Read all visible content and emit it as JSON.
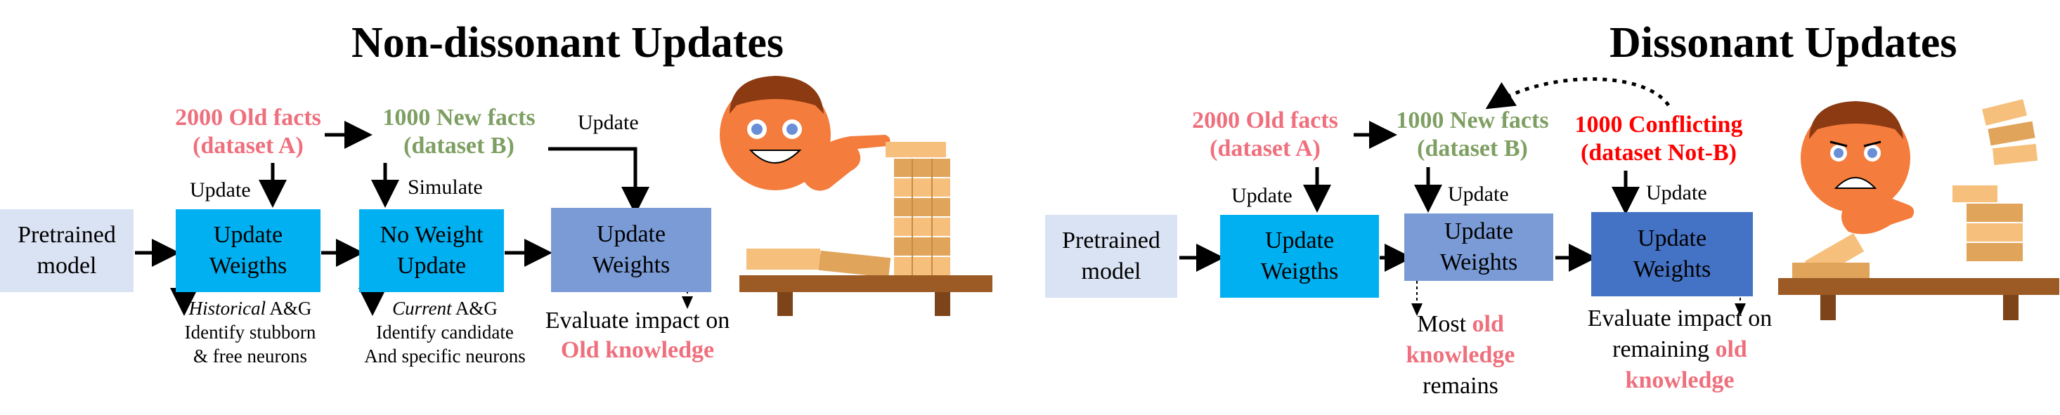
{
  "left": {
    "title": "Non-dissonant Updates",
    "fact_a": [
      "2000 Old facts",
      "(dataset A)"
    ],
    "fact_b": [
      "1000 New facts",
      "(dataset B)"
    ],
    "update_label_top": "Update",
    "update_label_a": "Update",
    "simulate_label": "Simulate",
    "pretrained": [
      "Pretrained",
      "model"
    ],
    "box1": [
      "Update",
      "Weigths"
    ],
    "box2": [
      "No Weight",
      "Update"
    ],
    "box3": [
      "Update",
      "Weights"
    ],
    "note1_em": "Historical",
    "note1_rest": " A&G",
    "note1_lines": [
      "Identify stubborn",
      "& free neurons"
    ],
    "note2_em": "Current",
    "note2_rest": " A&G",
    "note2_lines": [
      "Identify candidate",
      "And specific neurons"
    ],
    "eval_line": "Evaluate impact on",
    "eval_hl": "Old knowledge"
  },
  "right": {
    "title": "Dissonant Updates",
    "fact_a": [
      "2000 Old facts",
      "(dataset A)"
    ],
    "fact_b": [
      "1000 New facts",
      "(dataset B)"
    ],
    "fact_c": [
      "1000 Conflicting",
      "(dataset Not-B)"
    ],
    "update_label_a": "Update",
    "update_label_b": "Update",
    "update_label_c": "Update",
    "pretrained": [
      "Pretrained",
      "model"
    ],
    "box1": [
      "Update",
      "Weigths"
    ],
    "box2": [
      "Update",
      "Weights"
    ],
    "box3": [
      "Update",
      "Weights"
    ],
    "note_most": "Most",
    "note_old": "old",
    "note_knowledge": "knowledge",
    "note_remains": "remains",
    "eval_line1": "Evaluate impact on",
    "eval_line2": "remaining",
    "eval_old": "old",
    "eval_knowledge": "knowledge"
  },
  "colors": {
    "pretrained_fill": "#dae3f3",
    "cyan_fill": "#00b0f0",
    "light_blue_fill": "#7a9bd6",
    "mid_blue_fill": "#4472c4",
    "pink_text": "#ef6f7d",
    "green_text": "#7e9f62",
    "red_text": "#ff0000",
    "face": "#f47c3c",
    "hair": "#8b3a12",
    "block": "#f6c07c",
    "block_dark": "#e0a45a",
    "table": "#9c5a24"
  },
  "icons": [
    "happy-face-icon",
    "worried-face-icon",
    "jenga-tower-icon",
    "falling-jenga-icon",
    "hand-icon"
  ]
}
